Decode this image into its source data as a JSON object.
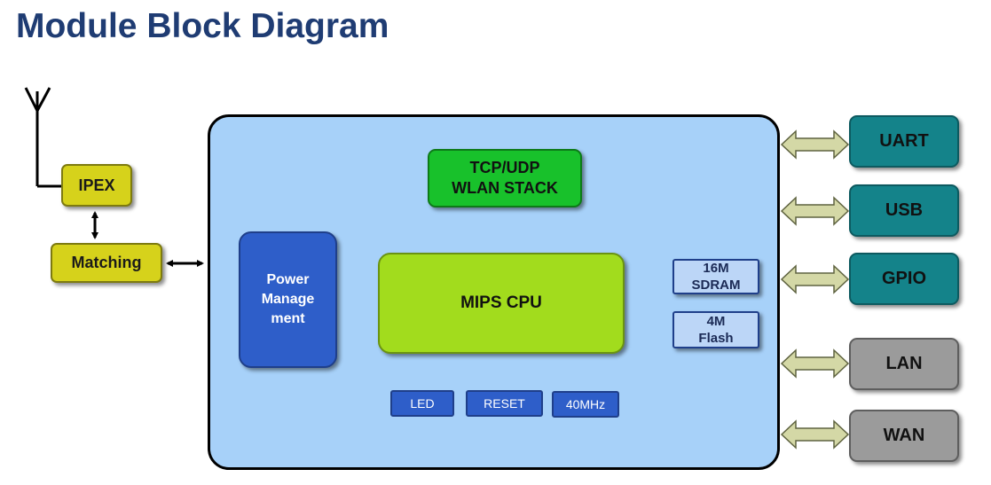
{
  "title": "Module Block Diagram",
  "blocks": {
    "ipex": "IPEX",
    "matching": "Matching",
    "tcp_line1": "TCP/UDP",
    "tcp_line2": "WLAN STACK",
    "power_line1": "Power",
    "power_line2": "Manage",
    "power_line3": "ment",
    "cpu": "MIPS CPU",
    "sdram_line1": "16M",
    "sdram_line2": "SDRAM",
    "flash_line1": "4M",
    "flash_line2": "Flash",
    "led": "LED",
    "reset": "RESET",
    "mhz": "40MHz"
  },
  "interfaces": {
    "uart": "UART",
    "usb": "USB",
    "gpio": "GPIO",
    "lan": "LAN",
    "wan": "WAN"
  },
  "colors": {
    "title": "#1f3c73",
    "main_area": "#a7d1f9",
    "yellow": "#d6d21b",
    "green": "#18c12b",
    "cpu": "#a2dc1d",
    "blue": "#2e5ec9",
    "teal": "#14838a",
    "grey": "#9b9b9b",
    "ext_arrow": "#d4d8a6"
  }
}
